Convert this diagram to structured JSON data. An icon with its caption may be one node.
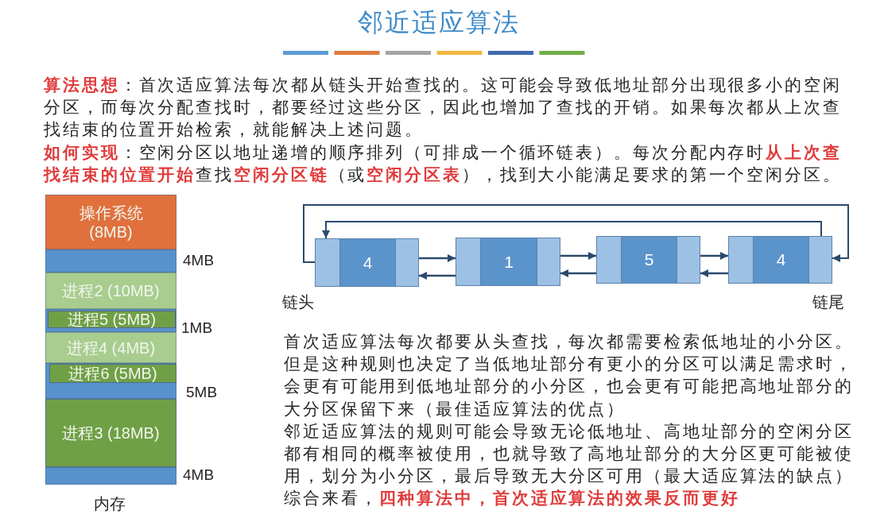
{
  "diagram": {
    "title": "邻近适应算法",
    "nodes": [
      {
        "text": [
          "操作系统 (8MB)"
        ]
      },
      {
        "text": [],
        "shape": "box",
        "beside": [
          "4MB"
        ]
      },
      {
        "text": [
          "进程2 (10MB)"
        ]
      },
      {
        "text": [],
        "shape": "box",
        "beside": [
          "1MB"
        ]
      },
      {
        "text": [
          "进程5 (5MB)"
        ],
        "in": 3
      },
      {
        "text": [
          "进程4 (4MB)"
        ]
      },
      {
        "text": [],
        "shape": "box",
        "beside": [
          "5MB"
        ]
      },
      {
        "text": [
          "进程6 (5MB)"
        ],
        "in": 6
      },
      {
        "text": [
          "进程3 (18MB)"
        ]
      },
      {
        "text": [],
        "shape": "box",
        "beside": [
          "4MB"
        ]
      },
      {
        "text": [
          "4"
        ],
        "beside": [
          "链头"
        ]
      },
      {
        "text": [
          "1"
        ]
      },
      {
        "text": [
          "5"
        ]
      },
      {
        "text": [
          "4"
        ],
        "beside": [
          "链尾"
        ]
      }
    ],
    "edges": [
      {
        "from": 10,
        "to": 13,
        "arrow": "to"
      },
      {
        "from": 13,
        "to": 10,
        "arrow": "to"
      },
      {
        "from": 10,
        "to": 11,
        "arrow": "to"
      },
      {
        "from": 11,
        "to": 10,
        "arrow": "to"
      },
      {
        "from": 11,
        "to": 12,
        "arrow": "to"
      },
      {
        "from": 12,
        "to": 11,
        "arrow": "to"
      },
      {
        "from": 12,
        "to": 13,
        "arrow": "to"
      },
      {
        "from": 13,
        "to": 12,
        "arrow": "to"
      }
    ],
    "labels": [
      "**算法思想**：首次适应算法每次都从链头开始查找的。这可能会导致低地址部分出现很多小的空闲分区，而每次分配查找时，都要经过这些分区，因此也增加了查找的开销。如果每次都从上次查找结束的位置开始检索，就能解决上述问题。",
      "**如何实现**：空闲分区以地址递增的顺序排列（可排成一个循环链表）。每次分配内存时**从上次查找结束的位置开始**查找**空闲分区链**（或**空闲分区表**），找到大小能满足要求的第一个空闲分区。",
      "首次适应算法每次都要从头查找，每次都需要检索低地址的小分区。但是这种规则也决定了当低地址部分有更小的分区可以满足需求时，会更有可能用到低地址部分的小分区，也会更有可能把高地址部分的大分区保留下来（最佳适应算法的优点）",
      "邻近适应算法的规则可能会导致无论低地址、高地址部分的空闲分区都有相同的概率被使用，也就导致了高地址部分的大分区更可能被使用，划分为小分区，最后导致无大分区可用（最大适应算法的缺点）",
      "综合来看，**四种算法中，首次适应算法的效果反而更好**",
      "内存"
    ]
  }
}
